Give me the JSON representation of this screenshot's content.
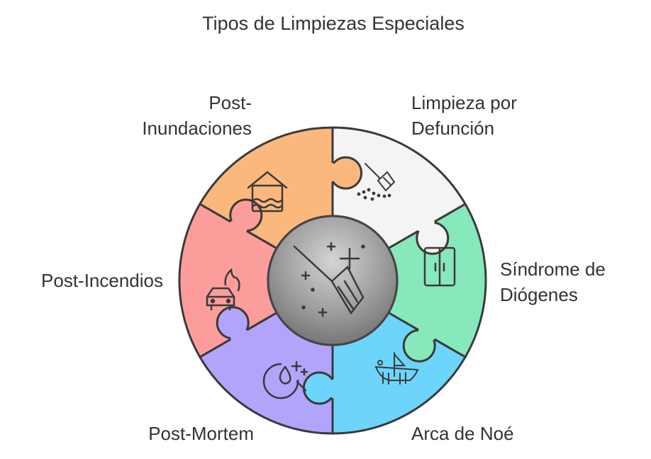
{
  "title": "Tipos de Limpiezas Especiales",
  "segments": [
    {
      "id": "limpieza-por-defuncion",
      "label_lines": [
        "Limpieza por",
        "Defunción"
      ],
      "color": "#f4f4f4",
      "icon": "broom-sweep-icon"
    },
    {
      "id": "sindrome-de-diogenes",
      "label_lines": [
        "Síndrome de",
        "Diógenes"
      ],
      "color": "#87e8bc",
      "icon": "cabinet-icon"
    },
    {
      "id": "arca-de-noe",
      "label_lines": [
        "Arca de Noé"
      ],
      "color": "#6dd5fb",
      "icon": "ark-ship-icon"
    },
    {
      "id": "post-mortem",
      "label_lines": [
        "Post-Mortem"
      ],
      "color": "#b3a4fb",
      "icon": "drop-search-sparkle-icon"
    },
    {
      "id": "post-incendios",
      "label_lines": [
        "Post-Incendios"
      ],
      "color": "#fb9e9b",
      "icon": "car-fire-icon"
    },
    {
      "id": "post-inundaciones",
      "label_lines": [
        "Post-",
        "Inundaciones"
      ],
      "color": "#fbb87c",
      "icon": "flooded-house-icon"
    }
  ],
  "center": {
    "icon": "broom-sparkle-icon"
  }
}
